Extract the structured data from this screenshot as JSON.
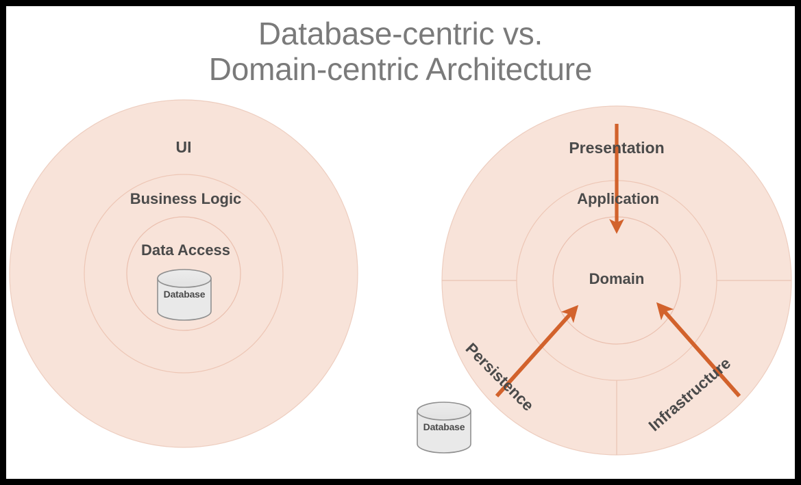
{
  "page": {
    "title": "Database-centric vs.\nDomain-centric Architecture",
    "border_color": "#000000",
    "background_color": "#ffffff",
    "title_color": "#7a7a7a"
  },
  "palette": {
    "ring_fill": "#f8e3d9",
    "ring_stroke": "#e9c3b3",
    "arrow_color": "#d2622c",
    "label_color": "#4a4a4a",
    "db_fill": "#e8e8e8",
    "db_stroke": "#8f8f8f"
  },
  "left_diagram": {
    "name": "Database-centric architecture",
    "rings": [
      {
        "label": "UI"
      },
      {
        "label": "Business Logic"
      },
      {
        "label": "Data Access"
      }
    ],
    "database": {
      "label": "Database"
    }
  },
  "right_diagram": {
    "name": "Domain-centric architecture",
    "rings": [
      {
        "label": "Presentation"
      },
      {
        "label": "Application"
      },
      {
        "label": "Domain"
      }
    ],
    "arrows": [
      {
        "label": "",
        "direction": "down-into-domain"
      },
      {
        "label": "Persistence",
        "direction": "up-right-into-domain"
      },
      {
        "label": "Infrastructure",
        "direction": "up-left-into-domain"
      }
    ],
    "database": {
      "label": "Database"
    }
  }
}
